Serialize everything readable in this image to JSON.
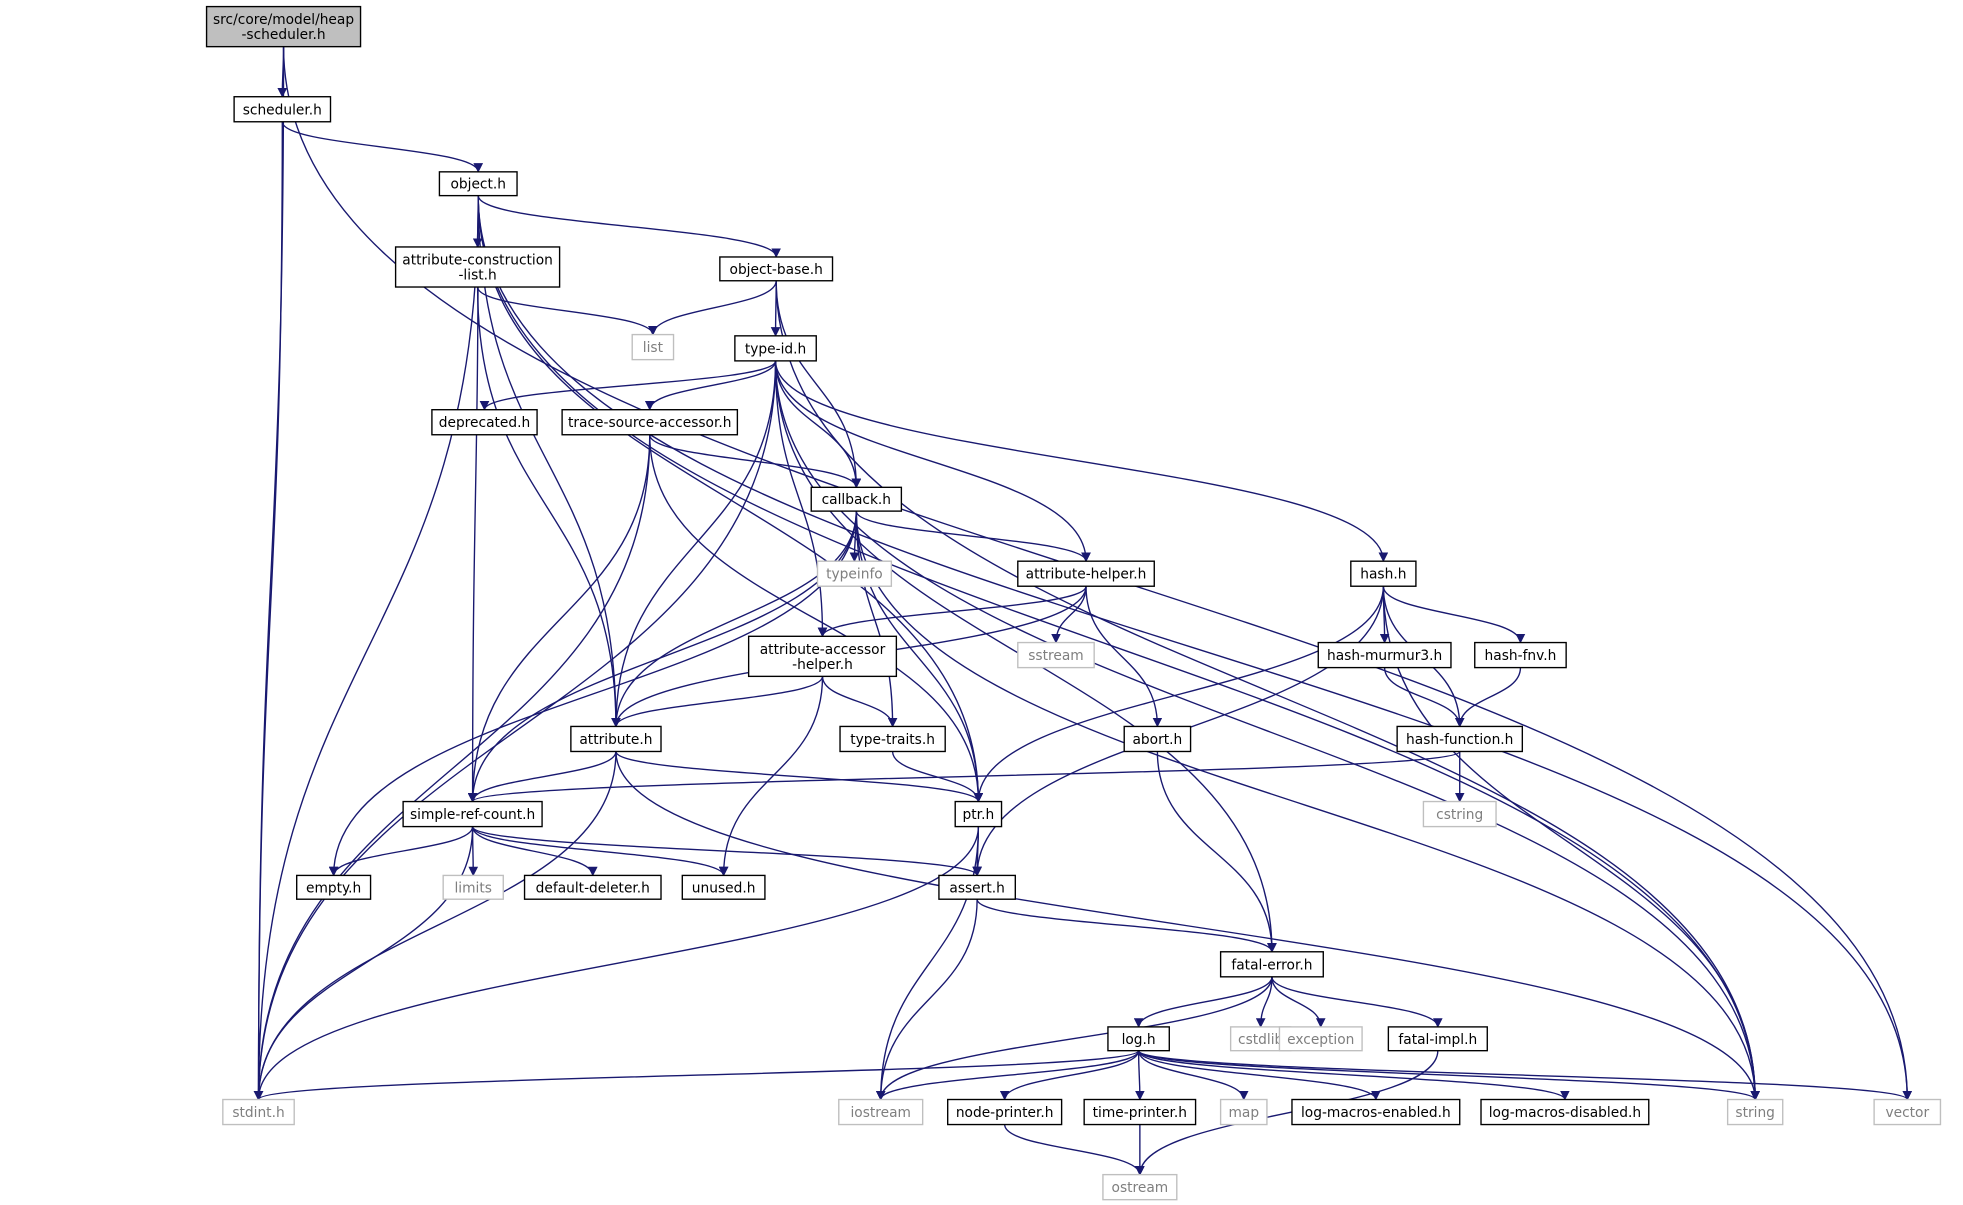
{
  "diagram": {
    "type": "include-dependency-graph",
    "colors": {
      "edge": "#191970",
      "root_fill": "#bfbfbf",
      "external_border": "#bfbfbf",
      "external_text": "#7f7f7f"
    },
    "nodes": [
      {
        "id": "heap",
        "lines": [
          "src/core/model/heap",
          "-scheduler.h"
        ],
        "kind": "root"
      },
      {
        "id": "scheduler",
        "lines": [
          "scheduler.h"
        ]
      },
      {
        "id": "object",
        "lines": [
          "object.h"
        ]
      },
      {
        "id": "attrcons",
        "lines": [
          "attribute-construction",
          "-list.h"
        ]
      },
      {
        "id": "objbase",
        "lines": [
          "object-base.h"
        ]
      },
      {
        "id": "list",
        "lines": [
          "list"
        ],
        "kind": "ext"
      },
      {
        "id": "typeid",
        "lines": [
          "type-id.h"
        ]
      },
      {
        "id": "deprecated",
        "lines": [
          "deprecated.h"
        ]
      },
      {
        "id": "tsa",
        "lines": [
          "trace-source-accessor.h"
        ]
      },
      {
        "id": "callback",
        "lines": [
          "callback.h"
        ]
      },
      {
        "id": "typeinfo",
        "lines": [
          "typeinfo"
        ],
        "kind": "ext"
      },
      {
        "id": "attrhelper",
        "lines": [
          "attribute-helper.h"
        ]
      },
      {
        "id": "hash",
        "lines": [
          "hash.h"
        ]
      },
      {
        "id": "sstream",
        "lines": [
          "sstream"
        ],
        "kind": "ext"
      },
      {
        "id": "aah",
        "lines": [
          "attribute-accessor",
          "-helper.h"
        ]
      },
      {
        "id": "hashmurmur",
        "lines": [
          "hash-murmur3.h"
        ]
      },
      {
        "id": "hashfnv",
        "lines": [
          "hash-fnv.h"
        ]
      },
      {
        "id": "abort",
        "lines": [
          "abort.h"
        ]
      },
      {
        "id": "attribute",
        "lines": [
          "attribute.h"
        ]
      },
      {
        "id": "typetraits",
        "lines": [
          "type-traits.h"
        ]
      },
      {
        "id": "hashfunc",
        "lines": [
          "hash-function.h"
        ]
      },
      {
        "id": "cstring",
        "lines": [
          "cstring"
        ],
        "kind": "ext"
      },
      {
        "id": "src",
        "lines": [
          "simple-ref-count.h"
        ]
      },
      {
        "id": "ptr",
        "lines": [
          "ptr.h"
        ]
      },
      {
        "id": "empty",
        "lines": [
          "empty.h"
        ]
      },
      {
        "id": "limits",
        "lines": [
          "limits"
        ],
        "kind": "ext"
      },
      {
        "id": "defdel",
        "lines": [
          "default-deleter.h"
        ]
      },
      {
        "id": "unused",
        "lines": [
          "unused.h"
        ]
      },
      {
        "id": "assert",
        "lines": [
          "assert.h"
        ]
      },
      {
        "id": "fatal",
        "lines": [
          "fatal-error.h"
        ]
      },
      {
        "id": "log",
        "lines": [
          "log.h"
        ]
      },
      {
        "id": "cstdlib",
        "lines": [
          "cstdlib"
        ],
        "kind": "ext"
      },
      {
        "id": "exception",
        "lines": [
          "exception"
        ],
        "kind": "ext"
      },
      {
        "id": "fatalimpl",
        "lines": [
          "fatal-impl.h"
        ]
      },
      {
        "id": "stdint",
        "lines": [
          "stdint.h"
        ],
        "kind": "ext"
      },
      {
        "id": "iostream",
        "lines": [
          "iostream"
        ],
        "kind": "ext"
      },
      {
        "id": "nodeprinter",
        "lines": [
          "node-printer.h"
        ]
      },
      {
        "id": "timeprinter",
        "lines": [
          "time-printer.h"
        ]
      },
      {
        "id": "map",
        "lines": [
          "map"
        ],
        "kind": "ext"
      },
      {
        "id": "lme",
        "lines": [
          "log-macros-enabled.h"
        ]
      },
      {
        "id": "lmd",
        "lines": [
          "log-macros-disabled.h"
        ]
      },
      {
        "id": "string",
        "lines": [
          "string"
        ],
        "kind": "ext"
      },
      {
        "id": "vector",
        "lines": [
          "vector"
        ],
        "kind": "ext"
      },
      {
        "id": "ostream",
        "lines": [
          "ostream"
        ],
        "kind": "ext"
      }
    ],
    "edges": [
      [
        "heap",
        "scheduler"
      ],
      [
        "heap",
        "stdint"
      ],
      [
        "heap",
        "vector"
      ],
      [
        "scheduler",
        "object"
      ],
      [
        "scheduler",
        "stdint"
      ],
      [
        "object",
        "attrcons"
      ],
      [
        "object",
        "objbase"
      ],
      [
        "object",
        "attribute"
      ],
      [
        "object",
        "src"
      ],
      [
        "object",
        "ptr"
      ],
      [
        "object",
        "stdint"
      ],
      [
        "object",
        "string"
      ],
      [
        "object",
        "vector"
      ],
      [
        "attrcons",
        "list"
      ],
      [
        "attrcons",
        "attribute"
      ],
      [
        "objbase",
        "list"
      ],
      [
        "objbase",
        "typeid"
      ],
      [
        "objbase",
        "callback"
      ],
      [
        "objbase",
        "string"
      ],
      [
        "typeid",
        "deprecated"
      ],
      [
        "typeid",
        "tsa"
      ],
      [
        "typeid",
        "callback"
      ],
      [
        "typeid",
        "attrhelper"
      ],
      [
        "typeid",
        "aah"
      ],
      [
        "typeid",
        "hash"
      ],
      [
        "typeid",
        "stdint"
      ],
      [
        "typeid",
        "attribute"
      ],
      [
        "typeid",
        "string"
      ],
      [
        "typeid",
        "fatal"
      ],
      [
        "tsa",
        "callback"
      ],
      [
        "tsa",
        "stdint"
      ],
      [
        "tsa",
        "src"
      ],
      [
        "tsa",
        "ptr"
      ],
      [
        "callback",
        "typeinfo"
      ],
      [
        "callback",
        "attrhelper"
      ],
      [
        "callback",
        "attribute"
      ],
      [
        "callback",
        "src"
      ],
      [
        "callback",
        "empty"
      ],
      [
        "callback",
        "typetraits"
      ],
      [
        "callback",
        "ptr"
      ],
      [
        "callback",
        "string"
      ],
      [
        "attrhelper",
        "aah"
      ],
      [
        "attrhelper",
        "attribute"
      ],
      [
        "attrhelper",
        "sstream"
      ],
      [
        "attrhelper",
        "abort"
      ],
      [
        "hash",
        "hashmurmur"
      ],
      [
        "hash",
        "hashfnv"
      ],
      [
        "hash",
        "hashfunc"
      ],
      [
        "hash",
        "ptr"
      ],
      [
        "hash",
        "assert"
      ],
      [
        "hash",
        "string"
      ],
      [
        "aah",
        "attribute"
      ],
      [
        "aah",
        "typetraits"
      ],
      [
        "aah",
        "unused"
      ],
      [
        "hashmurmur",
        "hashfunc"
      ],
      [
        "hashfnv",
        "hashfunc"
      ],
      [
        "abort",
        "fatal"
      ],
      [
        "attribute",
        "src"
      ],
      [
        "attribute",
        "ptr"
      ],
      [
        "attribute",
        "stdint"
      ],
      [
        "attribute",
        "string"
      ],
      [
        "typetraits",
        "ptr"
      ],
      [
        "hashfunc",
        "src"
      ],
      [
        "hashfunc",
        "cstring"
      ],
      [
        "src",
        "empty"
      ],
      [
        "src",
        "limits"
      ],
      [
        "src",
        "defdel"
      ],
      [
        "src",
        "unused"
      ],
      [
        "src",
        "assert"
      ],
      [
        "src",
        "stdint"
      ],
      [
        "ptr",
        "assert"
      ],
      [
        "ptr",
        "iostream"
      ],
      [
        "ptr",
        "stdint"
      ],
      [
        "assert",
        "fatal"
      ],
      [
        "assert",
        "iostream"
      ],
      [
        "fatal",
        "log"
      ],
      [
        "fatal",
        "cstdlib"
      ],
      [
        "fatal",
        "exception"
      ],
      [
        "fatal",
        "fatalimpl"
      ],
      [
        "fatal",
        "iostream"
      ],
      [
        "log",
        "stdint"
      ],
      [
        "log",
        "iostream"
      ],
      [
        "log",
        "nodeprinter"
      ],
      [
        "log",
        "timeprinter"
      ],
      [
        "log",
        "map"
      ],
      [
        "log",
        "lme"
      ],
      [
        "log",
        "lmd"
      ],
      [
        "log",
        "string"
      ],
      [
        "log",
        "vector"
      ],
      [
        "fatalimpl",
        "ostream"
      ],
      [
        "nodeprinter",
        "ostream"
      ],
      [
        "timeprinter",
        "ostream"
      ]
    ]
  }
}
